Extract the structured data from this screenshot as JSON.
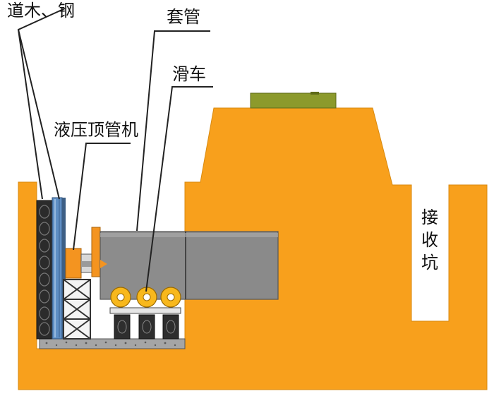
{
  "labels": {
    "timber_steel": "道木、钢",
    "casing": "套管",
    "trolley": "滑车",
    "jack": "液压顶管机",
    "receiving_pit": [
      "接",
      "收",
      "坑"
    ]
  },
  "colors": {
    "soil": "#f8a01c",
    "soil_edge": "#d88a10",
    "road": "#8c9a2c",
    "pipe": "#8c8c8c",
    "pipe_edge": "#555555",
    "jack": "#f49420",
    "wheel": "#f8b81c",
    "frame": "#333333",
    "gravel": "#9a9a9a",
    "pit": "#ffffff",
    "leader": "#222222"
  }
}
